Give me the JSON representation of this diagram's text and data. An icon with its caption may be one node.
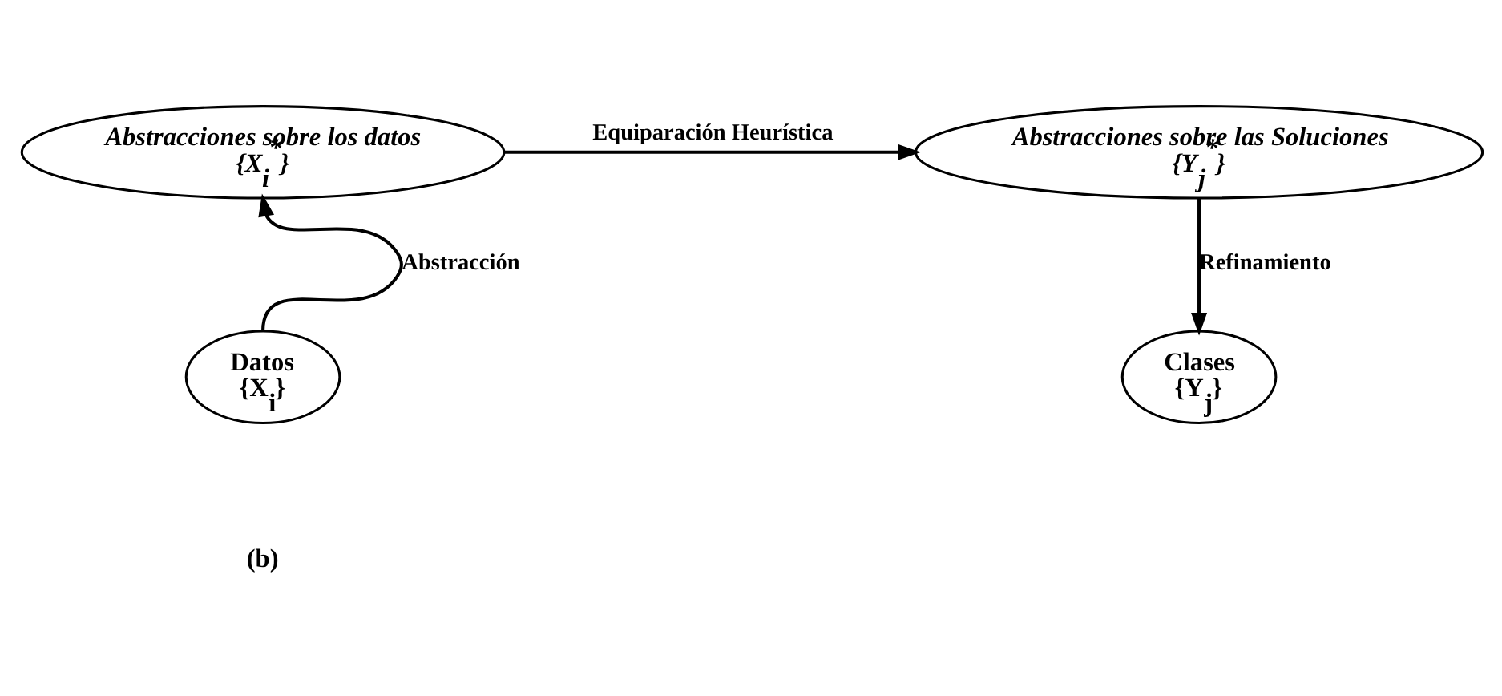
{
  "diagram": {
    "nodes": [
      {
        "text": [
          "Abstracciones sobre los datos",
          "{X$_{i}$$^{*}$}"
        ]
      },
      {
        "text": [
          "Abstracciones sobre las Soluciones",
          "{Y$_{j}$$^{*}$}"
        ]
      },
      {
        "text": [
          "Datos",
          "{X$_{i}$}"
        ]
      },
      {
        "text": [
          "Clases",
          "{Y$_{j}$}"
        ]
      }
    ],
    "edges": [
      {
        "from": 2,
        "to": 0,
        "arrow": "to",
        "label": "Abstracción"
      },
      {
        "from": 0,
        "to": 1,
        "arrow": "to",
        "label": "Equiparación Heurística"
      },
      {
        "from": 1,
        "to": 3,
        "arrow": "to",
        "label": "Refinamiento"
      }
    ],
    "labels": [
      "(b)"
    ]
  }
}
